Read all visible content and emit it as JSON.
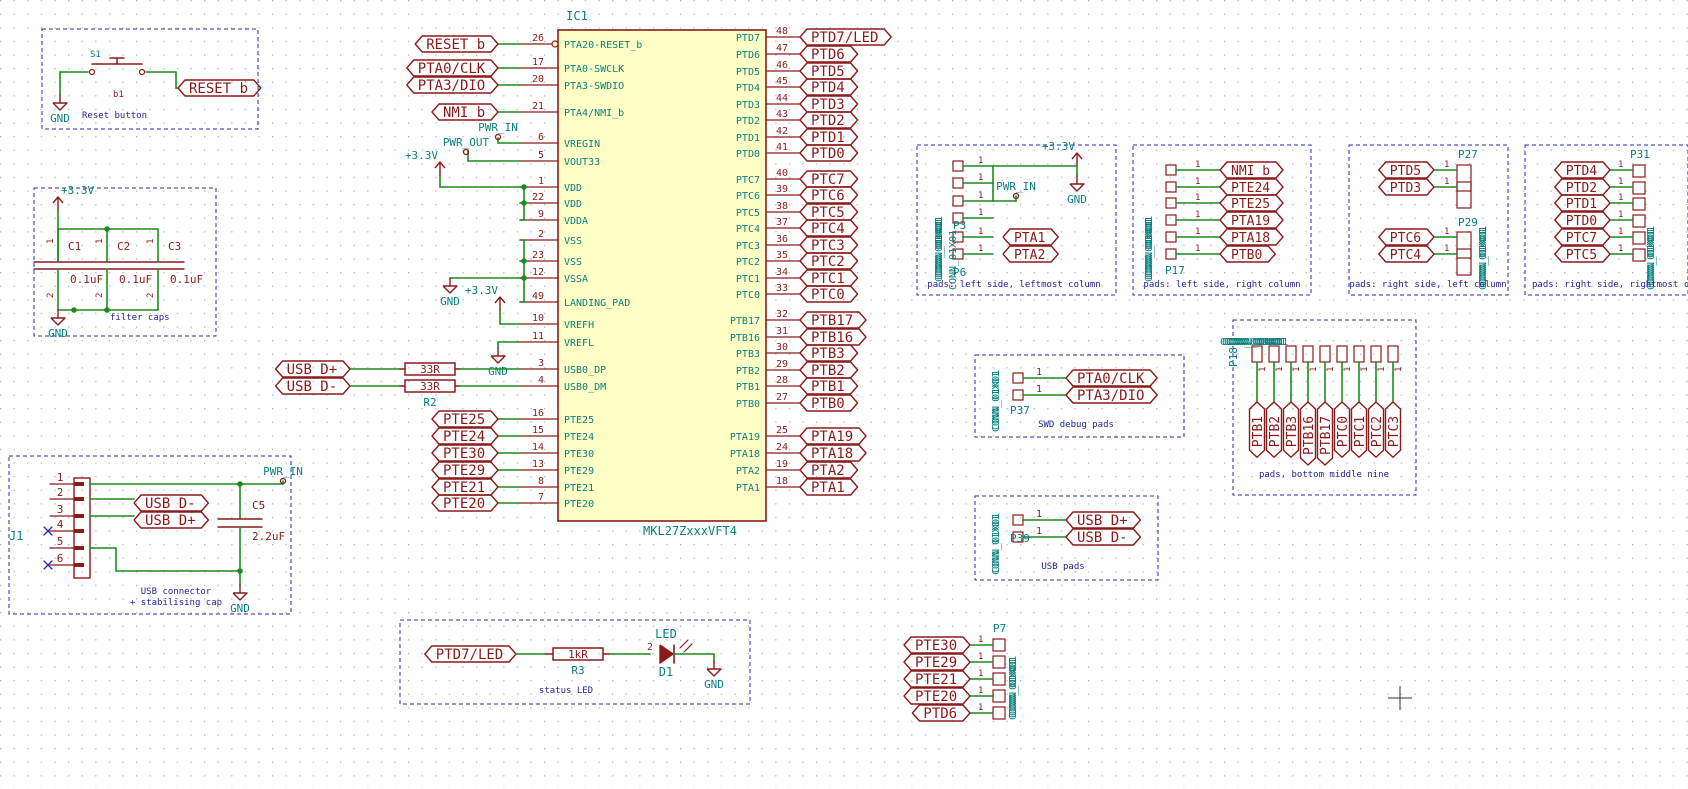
{
  "colors": {
    "background": "#ffffff",
    "grid": "#b7b7c4",
    "wire": "#1d8a1d",
    "body": "#8b1a1a",
    "label": "#8b1a1a",
    "ref": "#0a8080",
    "annotation": "#1f1f9c",
    "chip_fill": "#ffffc6",
    "box": "#2a2ab8",
    "junction": "#1d8a1d",
    "no_connect": "#2a2ab8"
  },
  "ic": {
    "ref": "IC1",
    "value": "MKL27ZxxxVFT4",
    "left_pins": [
      {
        "num": "26",
        "name": "PTA20-RESET_b",
        "net": "RESET_b",
        "kind": "label"
      },
      {
        "num": "17",
        "name": "PTA0-SWCLK",
        "net": "PTA0/CLK",
        "kind": "label"
      },
      {
        "num": "20",
        "name": "PTA3-SWDIO",
        "net": "PTA3/DIO",
        "kind": "label"
      },
      {
        "num": "21",
        "name": "PTA4/NMI_b",
        "net": "NMI_b",
        "kind": "label"
      },
      {
        "num": "6",
        "name": "VREGIN",
        "net": "PWR_IN",
        "kind": "flag"
      },
      {
        "num": "5",
        "name": "VOUT33",
        "net": "PWR_OUT",
        "kind": "flag"
      },
      {
        "num": "1",
        "name": "VDD",
        "net": "+3.3V",
        "kind": "power"
      },
      {
        "num": "22",
        "name": "VDD",
        "net": "+3.3V",
        "kind": "power"
      },
      {
        "num": "9",
        "name": "VDDA",
        "net": "+3.3V",
        "kind": "power"
      },
      {
        "num": "2",
        "name": "VSS",
        "net": "GND",
        "kind": "ground"
      },
      {
        "num": "23",
        "name": "VSS",
        "net": "GND",
        "kind": "ground"
      },
      {
        "num": "12",
        "name": "VSSA",
        "net": "GND",
        "kind": "ground"
      },
      {
        "num": "49",
        "name": "LANDING_PAD",
        "net": "GND",
        "kind": "ground"
      },
      {
        "num": "10",
        "name": "VREFH",
        "net": "+3.3V",
        "kind": "power"
      },
      {
        "num": "11",
        "name": "VREFL",
        "net": "GND",
        "kind": "ground"
      },
      {
        "num": "3",
        "name": "USB0_DP",
        "net": "USB_D+",
        "kind": "resistor"
      },
      {
        "num": "4",
        "name": "USB0_DM",
        "net": "USB_D-",
        "kind": "resistor"
      },
      {
        "num": "16",
        "name": "PTE25",
        "net": "PTE25",
        "kind": "label"
      },
      {
        "num": "15",
        "name": "PTE24",
        "net": "PTE24",
        "kind": "label"
      },
      {
        "num": "14",
        "name": "PTE30",
        "net": "PTE30",
        "kind": "label"
      },
      {
        "num": "13",
        "name": "PTE29",
        "net": "PTE29",
        "kind": "label"
      },
      {
        "num": "8",
        "name": "PTE21",
        "net": "PTE21",
        "kind": "label"
      },
      {
        "num": "7",
        "name": "PTE20",
        "net": "PTE20",
        "kind": "label"
      }
    ],
    "right_pins": [
      {
        "num": "48",
        "name": "PTD7",
        "net": "PTD7/LED"
      },
      {
        "num": "47",
        "name": "PTD6",
        "net": "PTD6"
      },
      {
        "num": "46",
        "name": "PTD5",
        "net": "PTD5"
      },
      {
        "num": "45",
        "name": "PTD4",
        "net": "PTD4"
      },
      {
        "num": "44",
        "name": "PTD3",
        "net": "PTD3"
      },
      {
        "num": "43",
        "name": "PTD2",
        "net": "PTD2"
      },
      {
        "num": "42",
        "name": "PTD1",
        "net": "PTD1"
      },
      {
        "num": "41",
        "name": "PTD0",
        "net": "PTD0"
      },
      {
        "num": "40",
        "name": "PTC7",
        "net": "PTC7"
      },
      {
        "num": "39",
        "name": "PTC6",
        "net": "PTC6"
      },
      {
        "num": "38",
        "name": "PTC5",
        "net": "PTC5"
      },
      {
        "num": "37",
        "name": "PTC4",
        "net": "PTC4"
      },
      {
        "num": "36",
        "name": "PTC3",
        "net": "PTC3"
      },
      {
        "num": "35",
        "name": "PTC2",
        "net": "PTC2"
      },
      {
        "num": "34",
        "name": "PTC1",
        "net": "PTC1"
      },
      {
        "num": "33",
        "name": "PTC0",
        "net": "PTC0"
      },
      {
        "num": "32",
        "name": "PTB17",
        "net": "PTB17"
      },
      {
        "num": "31",
        "name": "PTB16",
        "net": "PTB16"
      },
      {
        "num": "30",
        "name": "PTB3",
        "net": "PTB3"
      },
      {
        "num": "29",
        "name": "PTB2",
        "net": "PTB2"
      },
      {
        "num": "28",
        "name": "PTB1",
        "net": "PTB1"
      },
      {
        "num": "27",
        "name": "PTB0",
        "net": "PTB0"
      },
      {
        "num": "25",
        "name": "PTA19",
        "net": "PTA19"
      },
      {
        "num": "24",
        "name": "PTA18",
        "net": "PTA18"
      },
      {
        "num": "19",
        "name": "PTA2",
        "net": "PTA2"
      },
      {
        "num": "18",
        "name": "PTA1",
        "net": "PTA1"
      }
    ]
  },
  "nets": {
    "gnd": "GND",
    "v33": "+3.3V",
    "pwr_in": "PWR_IN",
    "pwr_out": "PWR_OUT"
  },
  "resistors": {
    "r1": {
      "ref": "",
      "value": "33R"
    },
    "r2": {
      "ref": "R2",
      "value": "33R"
    },
    "r3": {
      "ref": "R3",
      "value": "1kR"
    }
  },
  "reset": {
    "switch_ref": "S1",
    "switch_value": "b1",
    "net": "RESET_b",
    "caption": "Reset button"
  },
  "caps": {
    "caption": "filter caps",
    "items": [
      {
        "ref": "C1",
        "value": "0.1uF"
      },
      {
        "ref": "C2",
        "value": "0.1uF"
      },
      {
        "ref": "C3",
        "value": "0.1uF"
      }
    ],
    "pin1": "1",
    "pin2": "2"
  },
  "usb": {
    "conn_ref": "J1",
    "cap_ref": "C5",
    "cap_value": "2.2uF",
    "pins": [
      "1",
      "2",
      "3",
      "4",
      "5",
      "6"
    ],
    "net_dm": "USB_D-",
    "net_dp": "USB_D+",
    "caption_line1": "USB connector",
    "caption_line2": "+ stabilising cap"
  },
  "led": {
    "net": "PTD7/LED",
    "ref": "D1",
    "value": "LED",
    "pin": "2",
    "caption": "status LED"
  },
  "pads": {
    "conn_value": "CONN_01X01",
    "pin": "1",
    "left_left": {
      "caption": "pads: left side, leftmost column",
      "refs": [
        "P3",
        "P6"
      ],
      "nets": [
        "PTA1",
        "PTA2"
      ]
    },
    "left_right": {
      "caption": "pads: left side, right column",
      "refs": [
        "P17"
      ],
      "nets": [
        "NMI_b",
        "PTE24",
        "PTE25",
        "PTA19",
        "PTA18",
        "PTB0"
      ]
    },
    "right_left": {
      "caption": "pads: right side, left column",
      "refs": [
        "P27",
        "P29"
      ],
      "nets": [
        "PTD5",
        "PTD3",
        "PTC6",
        "PTC4"
      ]
    },
    "right_right": {
      "caption": "pads: right side, rightmost colu",
      "refs": [
        "P31"
      ],
      "nets": [
        "PTD4",
        "PTD2",
        "PTD1",
        "PTD0",
        "PTC7",
        "PTC5"
      ]
    },
    "swd": {
      "caption": "SWD debug pads",
      "refs": [
        "P37"
      ],
      "nets": [
        "PTA0/CLK",
        "PTA3/DIO"
      ]
    },
    "usb": {
      "caption": "USB pads",
      "refs": [
        "P39"
      ],
      "nets": [
        "USB_D+",
        "USB_D-"
      ]
    },
    "bottom": {
      "caption": "pads, bottom middle nine",
      "refs": [
        "P18"
      ],
      "nets": [
        "PTB1",
        "PTB2",
        "PTB3",
        "PTB16",
        "PTB17",
        "PTC0",
        "PTC1",
        "PTC2",
        "PTC3"
      ]
    },
    "lower": {
      "refs": [
        "P7"
      ],
      "nets": [
        "PTE30",
        "PTE29",
        "PTE21",
        "PTE20",
        "PTD6"
      ]
    }
  }
}
